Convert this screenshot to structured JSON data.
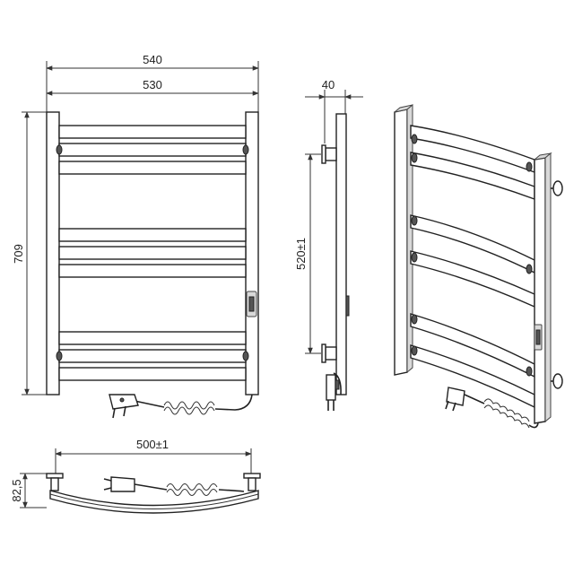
{
  "dimensions": {
    "overall_width": "540",
    "inner_width": "530",
    "height": "709",
    "depth": "40",
    "center_distance": "520±1",
    "mount_width": "500±1",
    "mount_depth": "82,5"
  }
}
